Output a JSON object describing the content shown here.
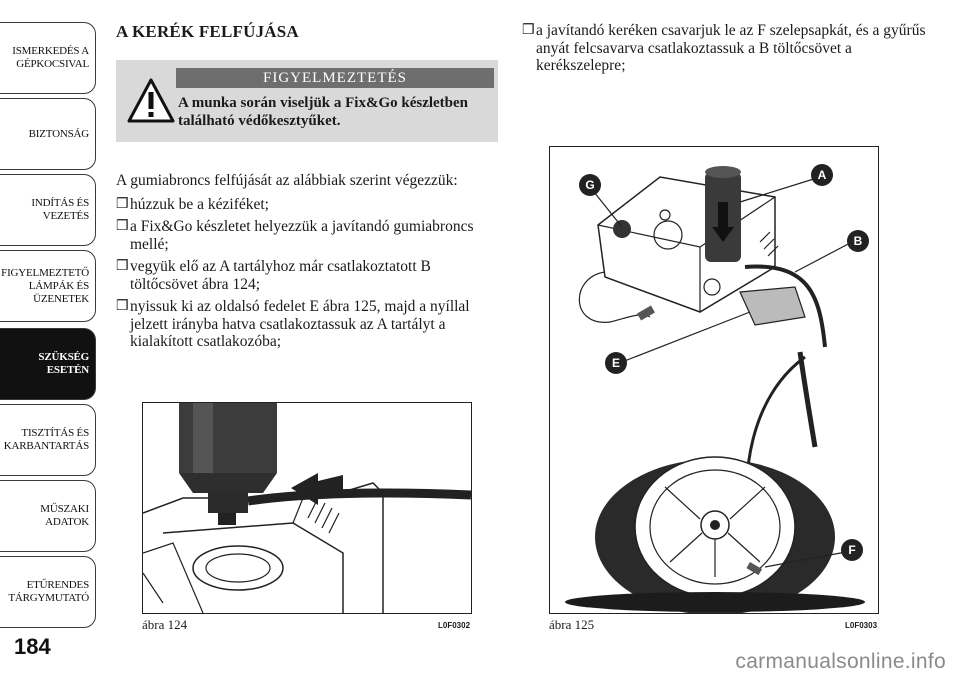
{
  "sidebar": {
    "tabs": [
      {
        "label": "ISMERKEDÉS A\nGÉPKOCSIVAL",
        "active": false
      },
      {
        "label": "BIZTONSÁG",
        "active": false
      },
      {
        "label": "INDÍTÁS ÉS\nVEZETÉS",
        "active": false
      },
      {
        "label": "FIGYELMEZTETŐ\nLÁMPÁK ÉS\nÜZENETEK",
        "active": false
      },
      {
        "label": "SZÜKSÉG ESETÉN",
        "active": true
      },
      {
        "label": "TISZTÍTÁS ÉS\nKARBANTARTÁS",
        "active": false
      },
      {
        "label": "MŰSZAKI ADATOK",
        "active": false
      },
      {
        "label": "ETŰRENDES\nTÁRGYMUTATÓ",
        "active": false
      }
    ],
    "page_number": "184"
  },
  "content": {
    "section_title": "A KERÉK FELFÚJÁSA",
    "warning": {
      "header": "FIGYELMEZTETÉS",
      "text": "A munka során viseljük a Fix&Go készletben található védőkesztyűket."
    },
    "intro": "A gumiabroncs felfújását az alábbiak szerint végezzük:",
    "steps": [
      "húzzuk be a kéziféket;",
      "a Fix&Go készletet helyezzük a javítandó gumiabroncs mellé;",
      "vegyük elő az A tartályhoz már csatlakoztatott B töltőcsövet ábra 124;",
      "nyissuk ki az oldalsó fedelet E ábra 125, majd a nyíllal jelzett irányba hatva csatlakoztassuk az A tartályt a kialakított csatlakozóba;"
    ],
    "right_steps": [
      "a javítandó keréken csavarjuk le az F szelepsapkát, és a gyűrűs anyát felcsavarva csatlakoztassuk a B töltőcsövet a kerékszelepre;"
    ],
    "bullet_mark": "❒"
  },
  "figures": {
    "fig124": {
      "caption": "ábra 124",
      "code": "L0F0302"
    },
    "fig125": {
      "caption": "ábra 125",
      "code": "L0F0303",
      "callouts": [
        "G",
        "A",
        "B",
        "E",
        "F"
      ]
    }
  },
  "watermark": "carmanualsonline.info",
  "colors": {
    "warning_bg": "#d9d9d9",
    "warning_bar": "#6e6e6e",
    "active_tab": "#111111"
  }
}
